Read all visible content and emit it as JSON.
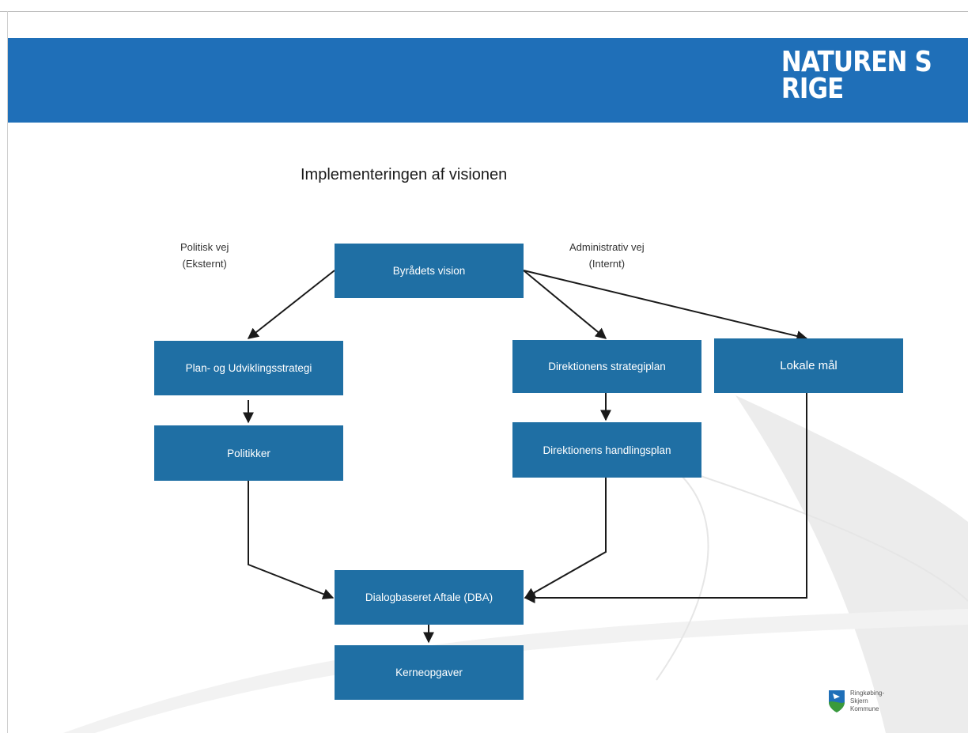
{
  "header": {
    "brand_line1": "NATUREN S",
    "brand_line2": "RIGE"
  },
  "title": "Implementeringen af visionen",
  "labels": {
    "left_line1": "Politisk vej",
    "left_line2": "(Eksternt)",
    "right_line1": "Administrativ vej",
    "right_line2": "(Internt)"
  },
  "boxes": {
    "vision": "Byrådets vision",
    "plan_udvikling": "Plan- og Udviklingsstrategi",
    "politikker": "Politikker",
    "direktion_strategi": "Direktionens strategiplan",
    "direktion_handling": "Direktionens handlingsplan",
    "lokale_maal": "Lokale mål",
    "dba": "Dialogbaseret Aftale (DBA)",
    "kerneopgaver": "Kerneopgaver"
  },
  "logo": {
    "text_line1": "Ringkøbing-Skjern",
    "text_line2": "Kommune"
  },
  "colors": {
    "banner": "#1f6fb8",
    "box": "#1f6fa4",
    "arrow": "#1a1a1a"
  }
}
